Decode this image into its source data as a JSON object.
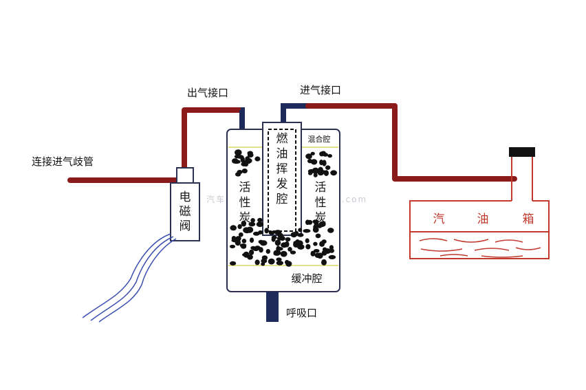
{
  "labels": {
    "manifold": "连接进气歧管",
    "outlet": "出气接口",
    "inlet": "进气接口",
    "solenoid_line1": "电",
    "solenoid_line2": "磁",
    "solenoid_line3": "阀",
    "evap_line1": "燃",
    "evap_line2": "油",
    "evap_line3": "挥",
    "evap_line4": "发",
    "evap_line5": "腔",
    "mix_chamber": "混合腔",
    "carbon_left_1": "活",
    "carbon_left_2": "性",
    "carbon_left_3": "炭",
    "carbon_right_1": "活",
    "carbon_right_2": "性",
    "carbon_right_3": "炭",
    "buffer": "缓冲腔",
    "breath": "呼吸口",
    "tank_1": "汽",
    "tank_2": "油",
    "tank_3": "箱"
  },
  "watermark": "汽车维修技术网 www.qcwxjs.com",
  "colors": {
    "pipe_red": "#8b1a1a",
    "pipe_blue": "#1f2a5c",
    "tank_red": "#c0392b",
    "outline": "#2b2f52",
    "fill_line": "#e6e08a",
    "particle": "#111111"
  }
}
